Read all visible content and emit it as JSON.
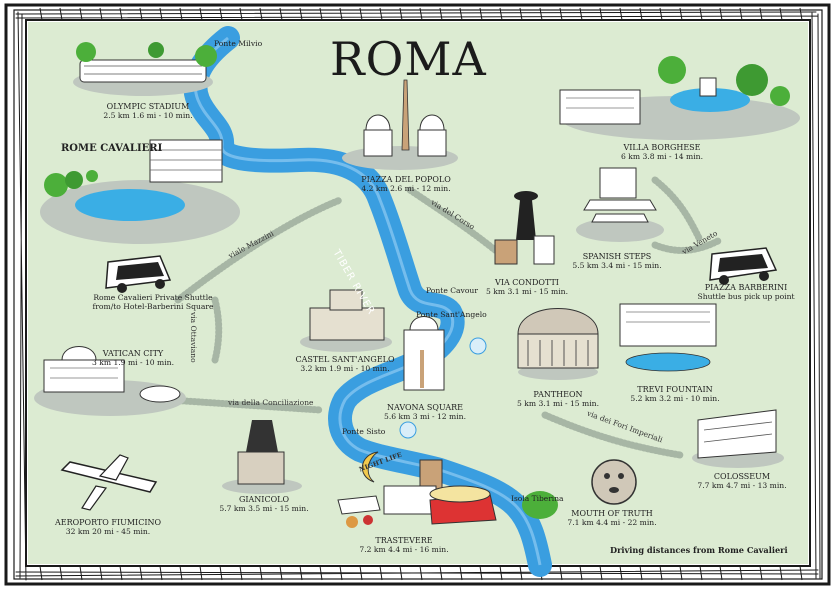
{
  "map": {
    "title": "ROMA",
    "footer": "Driving distances from Rome Cavalieri",
    "hotel": "ROME CAVALIERI",
    "river": "TIBER RIVER",
    "island": "Isola Tiberina",
    "colors": {
      "land": "#dcebd2",
      "river": "#3a9ee0",
      "border": "#1a1a1a",
      "park": "#4caf3a"
    }
  },
  "landmarks": {
    "olympic_stadium": {
      "name": "OLYMPIC STADIUM",
      "distance": "2.5 km 1.6 mi - 10 min."
    },
    "piazza_del_popolo": {
      "name": "PIAZZA DEL POPOLO",
      "distance": "4.2 km 2.6 mi - 12 min."
    },
    "villa_borghese": {
      "name": "VILLA BORGHESE",
      "distance": "6 km 3.8 mi - 14 min."
    },
    "spanish_steps": {
      "name": "SPANISH STEPS",
      "distance": "5.5 km 3.4 mi - 15 min."
    },
    "via_condotti": {
      "name": "VIA CONDOTTI",
      "distance": "5 km 3.1 mi - 15 min."
    },
    "piazza_barberini": {
      "name": "PIAZZA BARBERINI",
      "distance": "Shuttle bus pick up point"
    },
    "shuttle": {
      "name": "Rome Cavalieri Private Shuttle",
      "distance": "from/to Hotel-Barberini Square"
    },
    "vatican_city": {
      "name": "VATICAN CITY",
      "distance": "3 km 1.9 mi - 10 min."
    },
    "castel_santangelo": {
      "name": "CASTEL SANT'ANGELO",
      "distance": "3.2 km 1.9 mi - 10 min."
    },
    "navona_square": {
      "name": "NAVONA SQUARE",
      "distance": "5.6 km 3 mi - 12 min."
    },
    "pantheon": {
      "name": "PANTHEON",
      "distance": "5 km 3.1 mi - 15 min."
    },
    "trevi_fountain": {
      "name": "TREVI FOUNTAIN",
      "distance": "5.2 km 3.2 mi - 10 min."
    },
    "colosseum": {
      "name": "COLOSSEUM",
      "distance": "7.7 km 4.7 mi - 13 min."
    },
    "mouth_of_truth": {
      "name": "MOUTH OF TRUTH",
      "distance": "7.1 km 4.4 mi - 22 min."
    },
    "trastevere": {
      "name": "TRASTEVERE",
      "distance": "7.2 km 4.4 mi - 16 min."
    },
    "gianicolo": {
      "name": "GIANICOLO",
      "distance": "5.7 km 3.5 mi - 15 min."
    },
    "aeroporto": {
      "name": "AEROPORTO FIUMICINO",
      "distance": "32 km 20 mi - 45 min."
    }
  },
  "streets": {
    "mazzini": "viale Mazzini",
    "ottaviano": "via Ottaviano",
    "conciliazione": "via della Conciliazione",
    "corso": "via del Corso",
    "veneto": "via Veneto",
    "fori": "via dei Fori Imperiali"
  },
  "bridges": {
    "milvio": "Ponte Milvio",
    "cavour": "Ponte Cavour",
    "santangelo": "Ponte Sant'Angelo",
    "sisto": "Ponte Sisto"
  },
  "badges": {
    "nightlife": "NIGHT LIFE"
  }
}
